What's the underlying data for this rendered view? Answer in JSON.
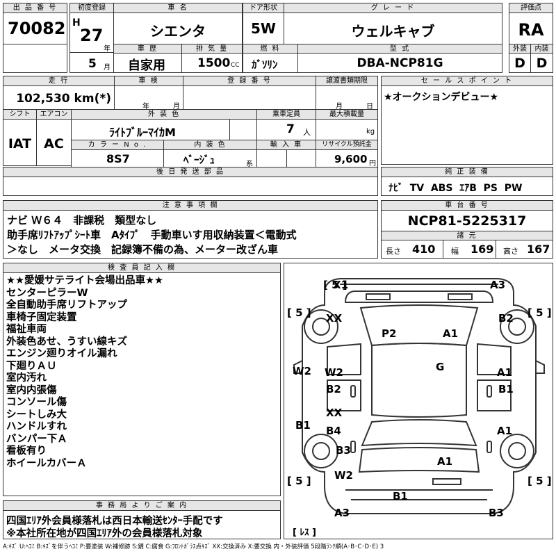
{
  "labels": {
    "lot_no": "出 品 番 号",
    "first_reg": "初度登録",
    "car_name": "車 名",
    "door": "ドア形状",
    "grade": "グ レ ー ド",
    "score": "評価点",
    "history": "車 歴",
    "displacement": "排 気 量",
    "fuel": "燃 料",
    "model_code": "型 式",
    "exterior": "外装",
    "interior": "内装",
    "mileage": "走 行",
    "inspection": "車 検",
    "reg_no": "登 録 番 号",
    "transfer_deadline": "譲渡書類期限",
    "sales_point": "セ ー ル ス ポ イ ン ト",
    "shift": "シフト",
    "aircon": "エアコン",
    "ext_color": "外 装 色",
    "capacity": "乗車定員",
    "max_load": "最大積載量",
    "color_no": "カ ラ ー N o .",
    "int_color": "内 装 色",
    "import": "輸 入 車",
    "recycle": "リサイクル預託金",
    "later_parts": "後 日 発 送 部 品",
    "genuine_equip": "純 正 装 備",
    "notes": "注 意 事 項 欄",
    "chassis": "車 台 番 号",
    "dims": "諸 元",
    "inspector": "検 査 員 記 入 欄",
    "office": "事 務 局 よ り ご 案 内"
  },
  "lot_no": "70082",
  "era": "H",
  "year": "27",
  "year_unit": "年",
  "month": "5",
  "month_unit": "月",
  "car_name": "シエンタ",
  "door": "5W",
  "grade": "ウェルキャブ",
  "score": "RA",
  "history": "自家用",
  "displacement": "1500",
  "cc": "CC",
  "fuel": "ｶﾞｿﾘﾝ",
  "model_code": "DBA-NCP81G",
  "ext_grade": "D",
  "int_grade": "D",
  "mileage": "102,530 km(*)",
  "insp_year": "年",
  "insp_month": "月",
  "transfer_month": "月",
  "transfer_day": "日",
  "sales_point": "★オークションデビュー★",
  "shift": "IAT",
  "aircon": "AC",
  "ext_color": "ﾗｲﾄﾌﾞﾙｰﾏｲｶM",
  "capacity": "7",
  "capacity_unit": "人",
  "max_load_unit": "kg",
  "color_no": "8S7",
  "int_color": "ﾍﾞｰｼﾞｭ",
  "int_color_suffix": "系",
  "recycle": "9,600",
  "recycle_unit": "円",
  "genuine_equip": "ﾅﾋﾞ  TV  ABS  ｴｱB  PS  PW",
  "notes": [
    "ナビ Ｗ６４　非課税　類型なし",
    "助手席ﾘﾌﾄｱｯﾌﾟｼｰﾄ車　Aﾀｲﾌﾟ　手動車いす用収納装置＜電動式",
    "＞なし　メータ交換　記録簿不備の為、メーター改ざん車"
  ],
  "chassis_no": "NCP81-5225317",
  "length_label": "長さ",
  "length": "410",
  "width_label": "幅",
  "width": "169",
  "height_label": "高さ",
  "height": "167",
  "inspector_notes": [
    "★★愛媛サテライト会場出品車★★",
    "センターピラーW",
    "全自動助手席リフトアップ",
    "車椅子固定装置",
    "福祉車両",
    "外装色あせ、うすい線キズ",
    "エンジン廻りオイル漏れ",
    "下廻りＡＵ",
    "室内汚れ",
    "室内内張傷",
    "コンソール傷",
    "シートしみ大",
    "ハンドルすれ",
    "バンパー下Ａ",
    "看板有り",
    "ホイールカバーＡ"
  ],
  "office_notes": [
    "四国ｴﾘｱ外会員様落札は西日本輸送ｾﾝﾀｰ手配です",
    "※本社所在地が四国ｴﾘｱ外の会員様落札対象"
  ],
  "tires": [
    "[ 5 ]",
    "[ 5 ]",
    "[ 5 ]",
    "[ 5 ]"
  ],
  "spare": "[ ﾚｽ ]",
  "damage_marks": [
    "X1",
    "A3",
    "XX",
    "B2",
    "P2",
    "A1",
    "W2",
    "G",
    "A1",
    "W2",
    "B2",
    "B1",
    "XX",
    "B1",
    "B4",
    "A1",
    "B3",
    "A1",
    "W2",
    "B1",
    "A3",
    "B3"
  ],
  "legend": "A:ｷｽﾞ  U:ﾍｺﾐ  B:ｷｽﾞを伴うﾍｺﾐ  P:要塗装  W:補修跡  S:錆  C:腐食  G:ﾌﾛﾝﾄｶﾞﾗｽ点ｷｽﾞ  XX:交換済み  X:要交換   内・外装評価  5段階ﾗﾝｸ順(A･B･C･D･E)  3"
}
